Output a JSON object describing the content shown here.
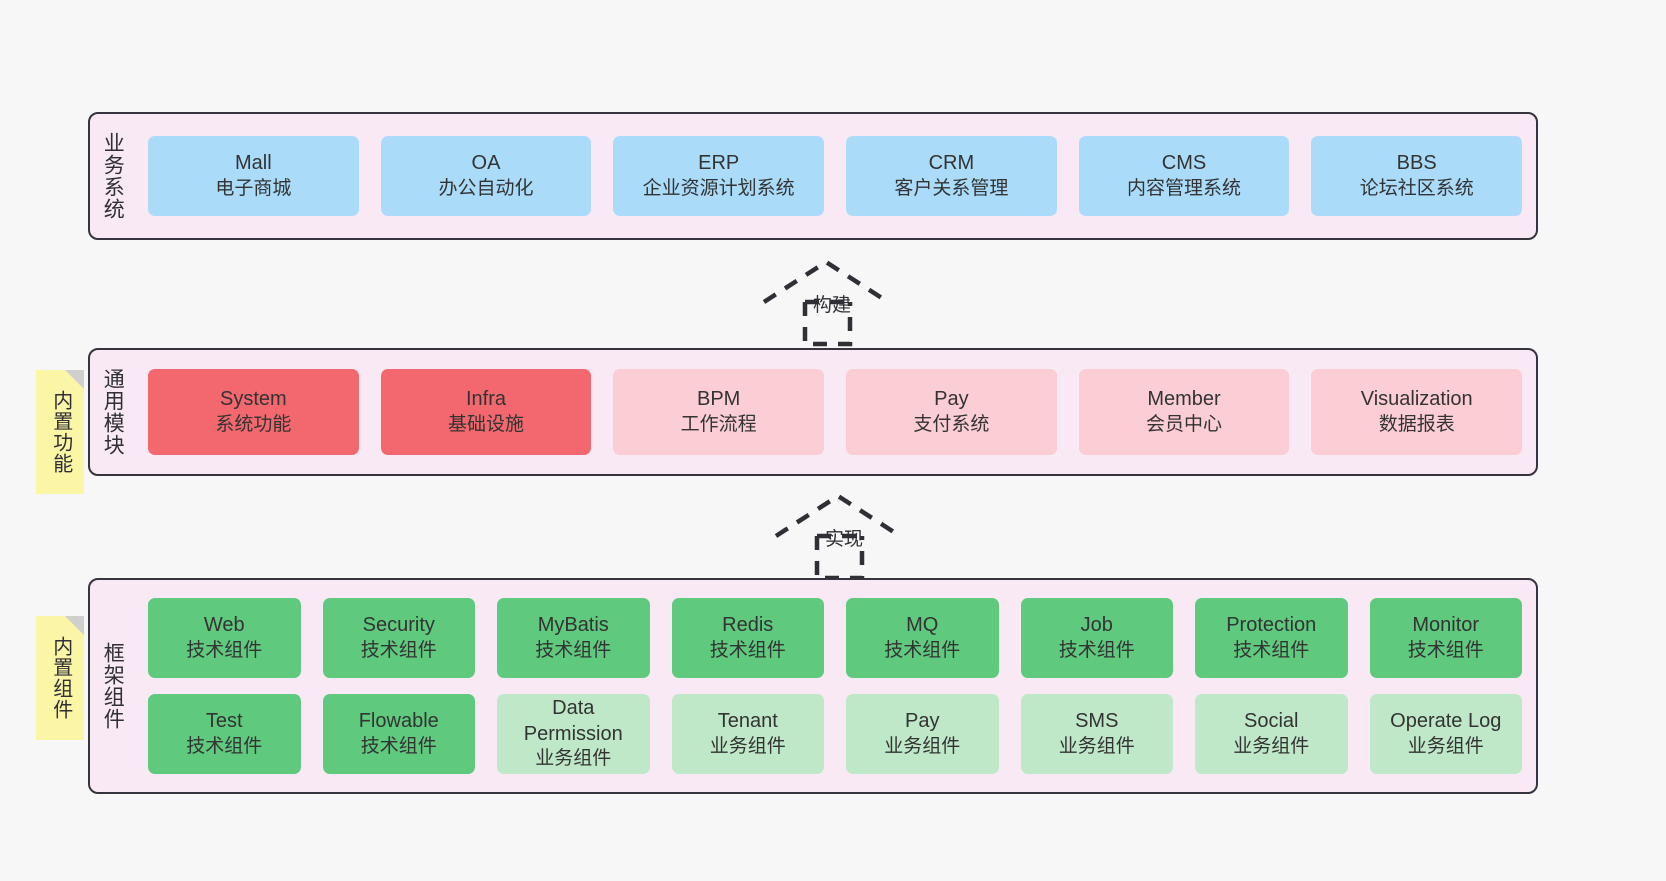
{
  "layers": [
    {
      "id": "business",
      "label": "业务系统",
      "rows": [
        [
          {
            "en": "Mall",
            "cn": "电子商城",
            "color": "blue"
          },
          {
            "en": "OA",
            "cn": "办公自动化",
            "color": "blue"
          },
          {
            "en": "ERP",
            "cn": "企业资源计划系统",
            "color": "blue"
          },
          {
            "en": "CRM",
            "cn": "客户关系管理",
            "color": "blue"
          },
          {
            "en": "CMS",
            "cn": "内容管理系统",
            "color": "blue"
          },
          {
            "en": "BBS",
            "cn": "论坛社区系统",
            "color": "blue"
          }
        ]
      ]
    },
    {
      "id": "modules",
      "label": "通用模块",
      "note": "内置功能",
      "rows": [
        [
          {
            "en": "System",
            "cn": "系统功能",
            "color": "red"
          },
          {
            "en": "Infra",
            "cn": "基础设施",
            "color": "red"
          },
          {
            "en": "BPM",
            "cn": "工作流程",
            "color": "pink"
          },
          {
            "en": "Pay",
            "cn": "支付系统",
            "color": "pink"
          },
          {
            "en": "Member",
            "cn": "会员中心",
            "color": "pink"
          },
          {
            "en": "Visualization",
            "cn": "数据报表",
            "color": "pink"
          }
        ]
      ]
    },
    {
      "id": "framework",
      "label": "框架组件",
      "note": "内置组件",
      "rows": [
        [
          {
            "en": "Web",
            "cn": "技术组件",
            "color": "green"
          },
          {
            "en": "Security",
            "cn": "技术组件",
            "color": "green"
          },
          {
            "en": "MyBatis",
            "cn": "技术组件",
            "color": "green"
          },
          {
            "en": "Redis",
            "cn": "技术组件",
            "color": "green"
          },
          {
            "en": "MQ",
            "cn": "技术组件",
            "color": "green"
          },
          {
            "en": "Job",
            "cn": "技术组件",
            "color": "green"
          },
          {
            "en": "Protection",
            "cn": "技术组件",
            "color": "green"
          },
          {
            "en": "Monitor",
            "cn": "技术组件",
            "color": "green"
          }
        ],
        [
          {
            "en": "Test",
            "cn": "技术组件",
            "color": "green"
          },
          {
            "en": "Flowable",
            "cn": "技术组件",
            "color": "green"
          },
          {
            "en": "Data Permission",
            "cn": "业务组件",
            "color": "lgreen"
          },
          {
            "en": "Tenant",
            "cn": "业务组件",
            "color": "lgreen"
          },
          {
            "en": "Pay",
            "cn": "业务组件",
            "color": "lgreen"
          },
          {
            "en": "SMS",
            "cn": "业务组件",
            "color": "lgreen"
          },
          {
            "en": "Social",
            "cn": "业务组件",
            "color": "lgreen"
          },
          {
            "en": "Operate Log",
            "cn": "业务组件",
            "color": "lgreen"
          }
        ]
      ]
    }
  ],
  "connectors": [
    {
      "id": "build",
      "label": "构建"
    },
    {
      "id": "implement",
      "label": "实现"
    }
  ],
  "colors": {
    "layer_background": "#f9e9f5",
    "layer_border": "#36343f",
    "business_box": "#aadcfa",
    "module_core_box": "#f2686e",
    "module_box": "#fbcdd5",
    "tech_component_box": "#5fc97e",
    "business_component_box": "#bfe8c8",
    "note_background": "#fbf5a6",
    "canvas_background": "#f7f7f7"
  }
}
